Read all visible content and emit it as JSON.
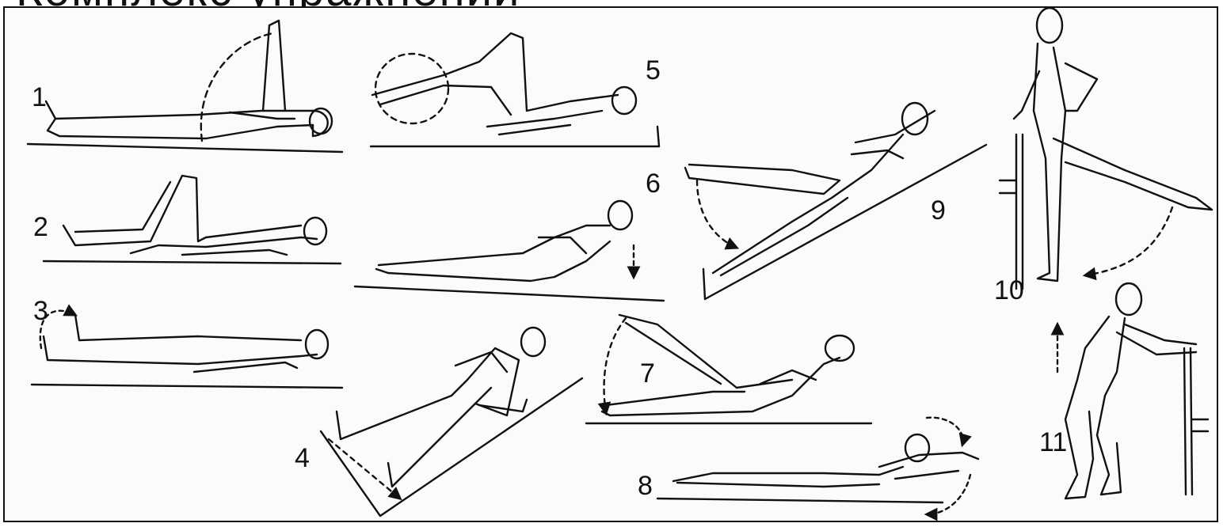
{
  "header": {
    "title_fragment": "Комплекс упражнений"
  },
  "exercises": [
    {
      "number": "1",
      "icon": "straight-leg-raise-figure"
    },
    {
      "number": "2",
      "icon": "knee-bend-figure"
    },
    {
      "number": "3",
      "icon": "ankle-flex-figure"
    },
    {
      "number": "4",
      "icon": "leg-abduction-figure"
    },
    {
      "number": "5",
      "icon": "leg-circle-figure"
    },
    {
      "number": "6",
      "icon": "upper-body-lift-figure"
    },
    {
      "number": "7",
      "icon": "side-leg-raise-figure"
    },
    {
      "number": "8",
      "icon": "prone-back-extension-figure"
    },
    {
      "number": "9",
      "icon": "incline-leg-raise-figure"
    },
    {
      "number": "10",
      "icon": "standing-leg-swing-figure"
    },
    {
      "number": "11",
      "icon": "squat-with-support-figure"
    }
  ],
  "colors": {
    "ink": "#111111",
    "paper": "#fbfbf9"
  }
}
